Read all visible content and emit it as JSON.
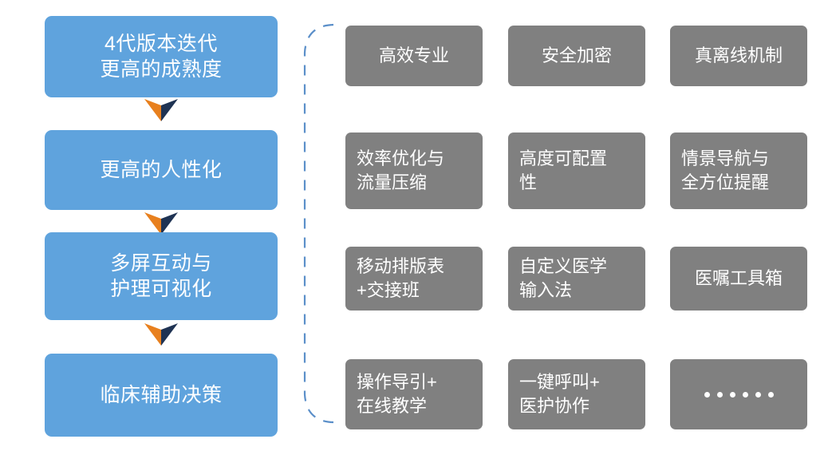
{
  "colors": {
    "flow_box_fill": "#5FA3DD",
    "card_fill": "#808080",
    "text_on_fill": "#FFFFFF",
    "arrow_left_half": "#E8801E",
    "arrow_right_half": "#1F3353",
    "bracket_stroke": "#5B8FC9",
    "page_background": "#FFFFFF"
  },
  "flow": {
    "name": "maturity-evolution-flow",
    "steps": [
      {
        "id": "step-1",
        "label": "4代版本迭代\n更高的成熟度"
      },
      {
        "id": "step-2",
        "label": "更高的人性化"
      },
      {
        "id": "step-3",
        "label": "多屏互动与\n护理可视化"
      },
      {
        "id": "step-4",
        "label": "临床辅助决策"
      }
    ],
    "connectors": [
      {
        "id": "connector-1",
        "glyph": "chevron-down"
      },
      {
        "id": "connector-2",
        "glyph": "chevron-down"
      },
      {
        "id": "connector-3",
        "glyph": "chevron-down"
      }
    ]
  },
  "bracket": {
    "name": "dashed-grouping-bracket",
    "style": "dashed",
    "orientation": "left-brace"
  },
  "capabilities": {
    "name": "capability-grid",
    "rows": [
      {
        "id": "capability-row-1",
        "align": "center",
        "cells": [
          {
            "id": "cap-1-1",
            "label": "高效专业"
          },
          {
            "id": "cap-1-2",
            "label": "安全加密"
          },
          {
            "id": "cap-1-3",
            "label": "真离线机制"
          }
        ]
      },
      {
        "id": "capability-row-2",
        "align": "left",
        "cells": [
          {
            "id": "cap-2-1",
            "label": "效率优化与\n流量压缩"
          },
          {
            "id": "cap-2-2",
            "label": "高度可配置\n性"
          },
          {
            "id": "cap-2-3",
            "label": "情景导航与\n全方位提醒"
          }
        ]
      },
      {
        "id": "capability-row-3",
        "align": "mixed",
        "cells": [
          {
            "id": "cap-3-1",
            "label": "移动排版表\n+交接班"
          },
          {
            "id": "cap-3-2",
            "label": "自定义医学\n输入法"
          },
          {
            "id": "cap-3-3",
            "label": "医嘱工具箱"
          }
        ]
      },
      {
        "id": "capability-row-4",
        "align": "left",
        "cells": [
          {
            "id": "cap-4-1",
            "label": "操作导引+\n在线教学"
          },
          {
            "id": "cap-4-2",
            "label": "一键呼叫+\n医护协作"
          },
          {
            "id": "cap-4-3",
            "label": "······",
            "render": "dots",
            "dot_count": 6
          }
        ]
      }
    ]
  }
}
